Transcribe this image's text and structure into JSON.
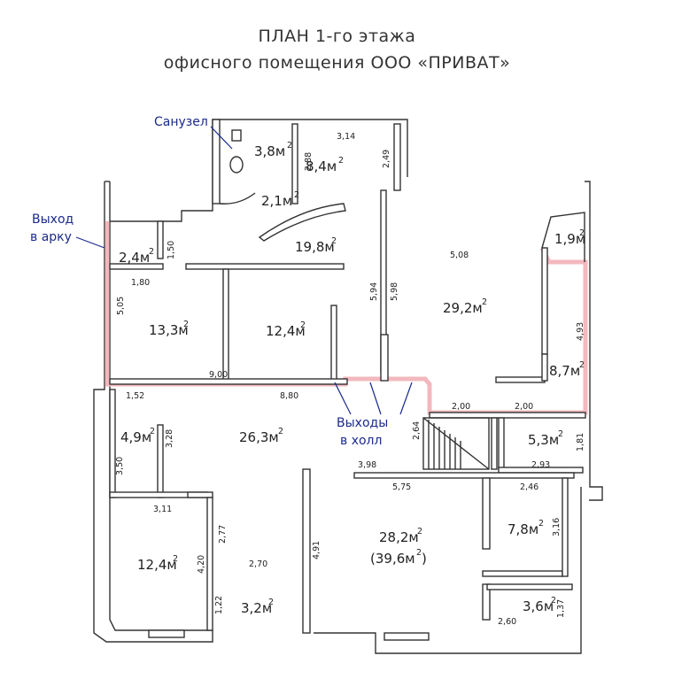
{
  "title_line1": "ПЛАН 1-го этажа",
  "title_line2": "офисного помещения ООО «ПРИВАТ»",
  "annotations": {
    "sanuzel": "Санузел",
    "exit_arch_1": "Выход",
    "exit_arch_2": "в арку",
    "exits_hall_1": "Выходы",
    "exits_hall_2": "в холл"
  },
  "rooms": {
    "r1": "3,8м",
    "r2": "8,4м",
    "r3": "2,1м",
    "r4": "19,8м",
    "r5": "2,4м",
    "r6": "1,9м",
    "r7": "29,2м",
    "r8": "13,3м",
    "r9": "12,4м",
    "r10": "8,7м",
    "r11": "4,9м",
    "r12": "26,3м",
    "r13": "5,3м",
    "r14": "7,8м",
    "r15": "28,2м",
    "r15b": "(39,6м",
    "r16": "12,4м",
    "r17": "3,2м",
    "r18": "3,6м"
  },
  "sup": "2",
  "dims": {
    "d314": "3,14",
    "d288": "2,88",
    "d249": "2,49",
    "d150": "1,50",
    "d180": "1,80",
    "d508": "5,08",
    "d594": "5,94",
    "d598": "5,98",
    "d505": "5,05",
    "d900": "9,00",
    "d880": "8,80",
    "d493": "4,93",
    "d152": "1,52",
    "d328": "3,28",
    "d350": "3,50",
    "d264": "2,64",
    "d200a": "2,00",
    "d200b": "2,00",
    "d181": "1,81",
    "d293": "2,93",
    "d398": "3,98",
    "d575": "5,75",
    "d246": "2,46",
    "d316": "3,16",
    "d311": "3,11",
    "d277": "2,77",
    "d420": "4,20",
    "d270": "2,70",
    "d491": "4,91",
    "d122": "1,22",
    "d260": "2,60",
    "d137": "1,37"
  }
}
